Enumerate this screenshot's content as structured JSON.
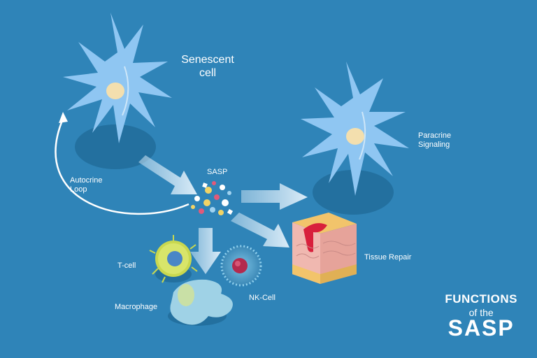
{
  "labels": {
    "senescent_cell": "Senescent\ncell",
    "autocrine_loop": "Autocrine\nLoop",
    "sasp": "SASP",
    "paracrine_signaling": "Paracrine\nSignaling",
    "tissue_repair": "Tissue Repair",
    "t_cell": "T-cell",
    "macrophage": "Macrophage",
    "nk_cell": "NK-Cell"
  },
  "title": {
    "line1": "FUNCTIONS",
    "line2": "of the",
    "line3": "SASP"
  },
  "colors": {
    "background": "#2f84b8",
    "cell_fill": "#8fc6f2",
    "nucleus": "#f3dfae",
    "arrow": "#cfe6f6",
    "tcell_body": "#c9d84f",
    "tcell_nucleus": "#4a86c6",
    "nk_body": "#4b9bc6",
    "nk_nucleus": "#b42a4e",
    "macrophage": "#9fd2e6",
    "tissue_red": "#d8203c",
    "tissue_top": "#f2c46b"
  }
}
